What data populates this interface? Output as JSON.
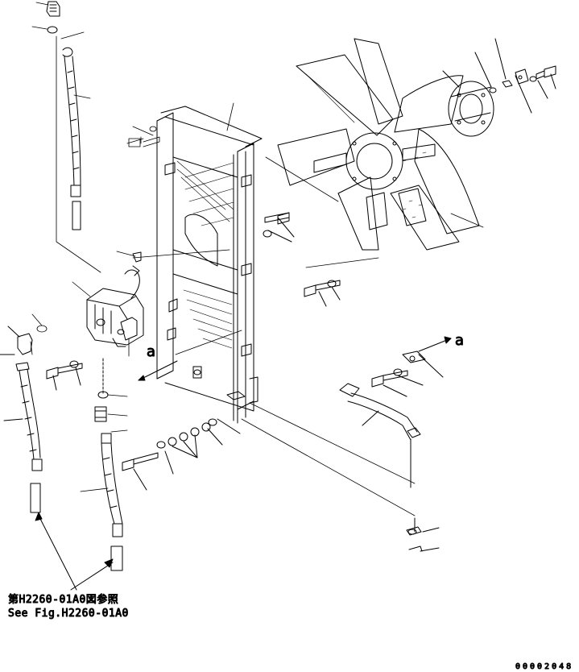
{
  "diagram": {
    "reference_note_jp": "第H2260-01A0図参照",
    "reference_note_en": "See Fig.H2260-01A0",
    "view_label_left": "a",
    "view_label_right": "a",
    "drawing_number": "00002048"
  }
}
